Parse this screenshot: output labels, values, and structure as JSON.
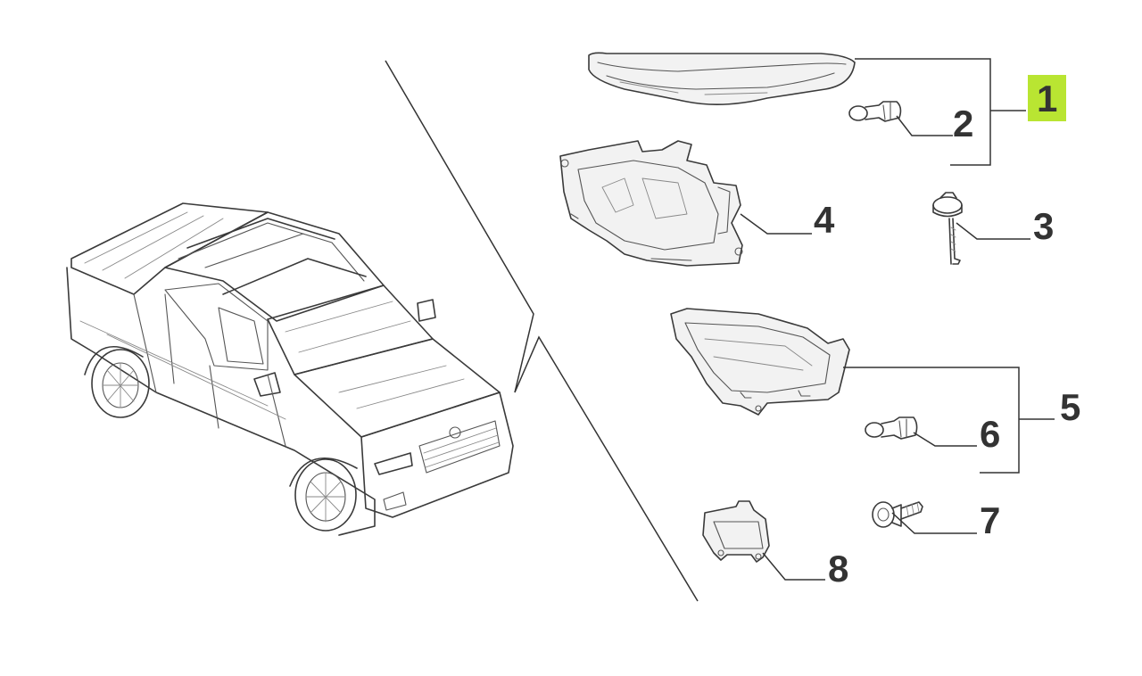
{
  "callouts": {
    "p1": "1",
    "p2": "2",
    "p3": "3",
    "p4": "4",
    "p5": "5",
    "p6": "6",
    "p7": "7",
    "p8": "8"
  },
  "colors": {
    "highlight": "#b9e532",
    "line": "#333333"
  }
}
